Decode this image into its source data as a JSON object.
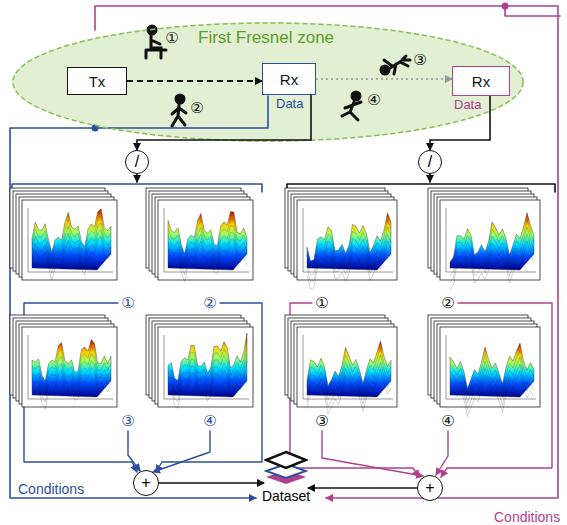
{
  "diagram": {
    "nodes": [
      {
        "text": [
          "First Fresnel zone"
        ]
      },
      {
        "text": [
          "Tx"
        ],
        "in": 0
      },
      {
        "text": [
          "Rx",
          "Data"
        ],
        "in": 0
      },
      {
        "text": [
          "Rx",
          "Data"
        ],
        "in": 0
      },
      {
        "text": [
          "/"
        ]
      },
      {
        "text": [
          "/"
        ]
      },
      {
        "text": [
          "+"
        ]
      },
      {
        "text": [
          "+"
        ]
      },
      {
        "text": [
          "Dataset"
        ]
      }
    ],
    "edges": [
      {
        "from": 1,
        "to": 2,
        "arrow": "to"
      },
      {
        "from": 2,
        "to": 3,
        "arrow": "to"
      },
      {
        "from": 2,
        "to": 4,
        "arrow": "to"
      },
      {
        "from": 3,
        "to": 5,
        "arrow": "to"
      },
      {
        "from": 6,
        "to": 8,
        "arrow": "to"
      },
      {
        "from": 7,
        "to": 8,
        "arrow": "to"
      }
    ],
    "labels": [
      "①",
      "②",
      "③",
      "④",
      "①",
      "②",
      "③",
      "④",
      "①",
      "②",
      "③",
      "④",
      "Conditions",
      "Conditions"
    ]
  }
}
